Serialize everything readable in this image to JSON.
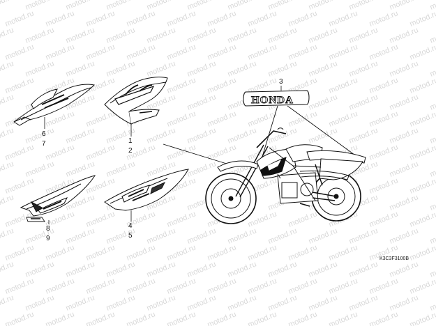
{
  "watermark": {
    "text": "motod.ru",
    "color": "#d8d8d8"
  },
  "diagram_code": "K3C3F3100B",
  "logo": {
    "text": "HONDA"
  },
  "callouts": {
    "shroud_upper": [
      "1",
      "2"
    ],
    "logo": [
      "3"
    ],
    "shroud_lower": [
      "4",
      "5"
    ],
    "shroud_left_upper": [
      "6",
      "7"
    ],
    "shroud_left_lower": [
      "8",
      "9"
    ]
  }
}
